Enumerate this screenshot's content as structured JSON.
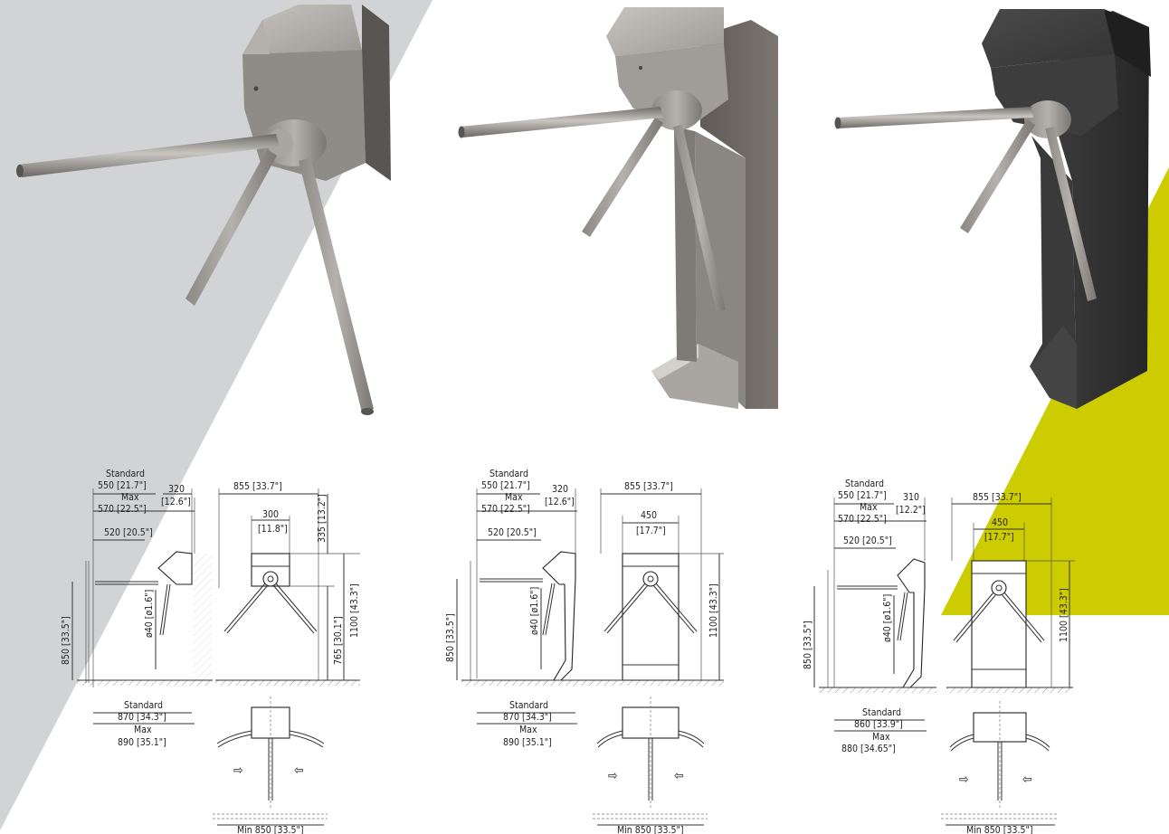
{
  "colors": {
    "background": "#ffffff",
    "grey_band": "#d2d3d5",
    "accent_yellow": "#cccc00",
    "steel_light": "#a7a39f",
    "steel_dark": "#6f6a66",
    "black_finish": "#2e2e2e"
  },
  "products": [
    {
      "photo": {
        "finish": "brushed stainless steel",
        "style": "wall-mounted head"
      },
      "side": {
        "std_label": "Standard",
        "std_width": "550 [21.7\"]",
        "max_label": "Max",
        "max_width": "570 [22.5\"]",
        "head_depth": "320",
        "head_depth_in": "[12.6\"]",
        "arm_reach": "520 [20.5\"]",
        "height": "850 [33.5\"]",
        "arm_dia": "ø40 [ø1.6\"]",
        "bottom_std_label": "Standard",
        "bottom_std": "870 [34.3\"]",
        "bottom_max_label": "Max",
        "bottom_max": "890 [35.1\"]"
      },
      "front": {
        "width": "855 [33.7\"]",
        "inner": "300",
        "inner_in": "[11.8\"]",
        "top_h": "335 [13.2\"]",
        "total_h": "1100 [43.3\"]",
        "low_h": "765 [30.1\"]",
        "low_label_shown": true
      },
      "plan": {
        "min_passage": "Min 850 [33.5\"]"
      }
    },
    {
      "photo": {
        "finish": "brushed stainless steel",
        "style": "pedestal"
      },
      "side": {
        "std_label": "Standard",
        "std_width": "550 [21.7\"]",
        "max_label": "Max",
        "max_width": "570 [22.5\"]",
        "head_depth": "320",
        "head_depth_in": "[12.6\"]",
        "arm_reach": "520 [20.5\"]",
        "height": "850 [33.5\"]",
        "arm_dia": "ø40 [ø1.6\"]",
        "bottom_std_label": "Standard",
        "bottom_std": "870 [34.3\"]",
        "bottom_max_label": "Max",
        "bottom_max": "890 [35.1\"]"
      },
      "front": {
        "width": "855 [33.7\"]",
        "inner": "450",
        "inner_in": "[17.7\"]",
        "total_h": "1100 [43.3\"]",
        "low_label_shown": false
      },
      "plan": {
        "min_passage": "Min 850 [33.5\"]"
      }
    },
    {
      "photo": {
        "finish": "black powder coat",
        "style": "pedestal"
      },
      "side": {
        "std_label": "Standard",
        "std_width": "550 [21.7\"]",
        "max_label": "Max",
        "max_width": "570 [22.5\"]",
        "head_depth": "310",
        "head_depth_in": "[12.2\"]",
        "arm_reach": "520 [20.5\"]",
        "height": "850 [33.5\"]",
        "arm_dia": "ø40 [ø1.6\"]",
        "bottom_std_label": "Standard",
        "bottom_std": "860 [33.9\"]",
        "bottom_max_label": "Max",
        "bottom_max": "880 [34.65\"]"
      },
      "front": {
        "width": "855 [33.7\"]",
        "inner": "450",
        "inner_in": "[17.7\"]",
        "total_h": "1100 [43.3\"]",
        "low_label_shown": false
      },
      "plan": {
        "min_passage": "Min 850 [33.5\"]"
      }
    }
  ]
}
